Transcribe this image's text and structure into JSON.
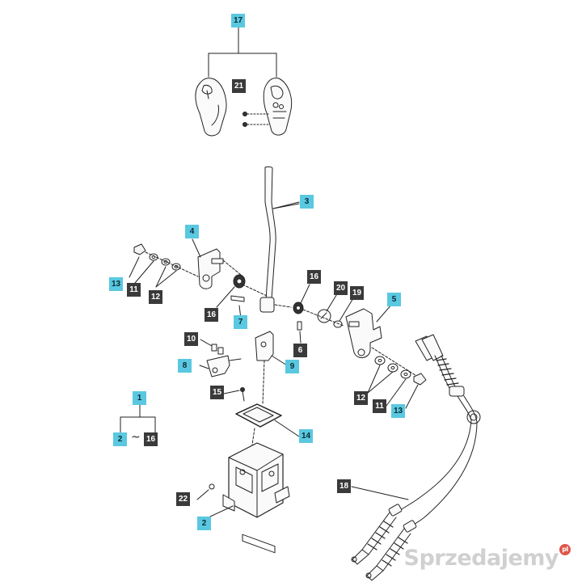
{
  "labels": {
    "l17": "17",
    "l21": "21",
    "l3": "3",
    "l4": "4",
    "l13a": "13",
    "l11a": "11",
    "l12a": "12",
    "l16a": "16",
    "l7": "7",
    "l16b": "16",
    "l20": "20",
    "l19": "19",
    "l5": "5",
    "l10": "10",
    "l8": "8",
    "l9": "9",
    "l6": "6",
    "l15": "15",
    "l1": "1",
    "l2a": "2",
    "l16c": "16",
    "tilde": "~",
    "l14": "14",
    "l12b": "12",
    "l11b": "11",
    "l13b": "13",
    "l18": "18",
    "l22": "22",
    "l2b": "2"
  },
  "colors": {
    "cyan": "#5ac8e0",
    "dark": "#3a3a3a",
    "line": "#222222"
  },
  "watermark": {
    "text": "Sprzedajemy",
    "suffix": "pl"
  }
}
